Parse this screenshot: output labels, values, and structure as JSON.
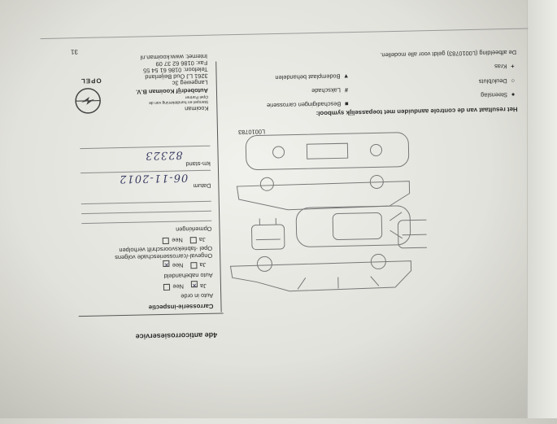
{
  "page_number": "31",
  "title": "4de anticorrosieservice",
  "form": {
    "heading": "Carrosserie-inspectie",
    "q1": {
      "label": "Auto in orde",
      "ja": "Ja",
      "nee": "Nee",
      "ja_mark": "✕",
      "nee_mark": ""
    },
    "q2": {
      "label": "Auto nabehandeld",
      "ja": "Ja",
      "nee": "Nee",
      "ja_mark": "",
      "nee_mark": "✕"
    },
    "q3": {
      "label_line1": "Ongeval-/carrosserieschade volgens",
      "label_line2": "Opel -fabrieksvoorschrift verholpen",
      "ja": "Ja",
      "nee": "Nee",
      "ja_mark": "",
      "nee_mark": ""
    },
    "remarks_label": "Opmerkingen",
    "date_label": "Datum",
    "date_value": "06-11-2012",
    "km_label": "km-stand",
    "km_value": "82323"
  },
  "diagram_code": "L0010783",
  "legend": {
    "heading": "Het resultaat van de controle aanduiden met toepasselijk symbool:",
    "items": [
      {
        "symbol": "●",
        "label": "Steenslag"
      },
      {
        "symbol": "○",
        "label": "Deuk/bluts"
      },
      {
        "symbol": "+",
        "label": "Kras"
      },
      {
        "symbol": "■",
        "label": "Beschadigingen carrosserie"
      },
      {
        "symbol": "#",
        "label": "Lakschade"
      },
      {
        "symbol": "▼",
        "label": "Bodemplaat behandelen"
      }
    ],
    "note": "De afbeelding (L0010783) geldt voor alle modellen."
  },
  "stamp": {
    "name": "Kooiman",
    "caption1": "Stempel en handtekening van de",
    "caption2": "Opel Partner",
    "company": "Autobedrijf Kooiman B.V.",
    "street": "Langeweg 3c",
    "city": "3261 LJ  Oud Beijerland",
    "phone": "Telefoon: 0186 61 54 55",
    "fax": "Fax: 0186 62 37 09",
    "web": "Internet: www.kooiman.nl",
    "logo_text": "OPEL"
  }
}
